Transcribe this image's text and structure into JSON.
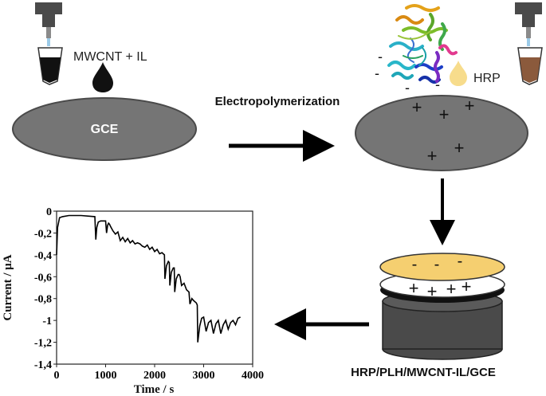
{
  "labels": {
    "mwcnt_il": "MWCNT + IL",
    "gce": "GCE",
    "electropolymerization": "Electropolymerization",
    "hrp": "HRP",
    "electrode_name": "HRP/PLH/MWCNT-IL/GCE"
  },
  "charges": {
    "positive": "+",
    "negative": "-"
  },
  "colors": {
    "electrode_gray": "#757575",
    "dark_gray": "#4a4a4a",
    "mwcnt_drop": "#111111",
    "hrp_drop": "#f7dc8c",
    "hrp_layer": "#f5cf70",
    "brown_solution": "#8b5a3c",
    "pipette_tip": "#cfe6f7"
  },
  "chart_data": {
    "type": "line",
    "title": "",
    "xlabel": "Time / s",
    "ylabel": "Current / μA",
    "xlim": [
      0,
      4000
    ],
    "ylim": [
      -1.4,
      0
    ],
    "xticks": [
      "0",
      "1000",
      "2000",
      "3000",
      "4000"
    ],
    "yticks": [
      "0",
      "-0,2",
      "-0,4",
      "-0,6",
      "-0,8",
      "-1",
      "-1,2",
      "-1,4"
    ],
    "series": [
      {
        "x": [
          0,
          20,
          60,
          120,
          250,
          500,
          780,
          800,
          820,
          850,
          900,
          950,
          1000,
          1020,
          1040,
          1060,
          1080,
          1100,
          1150,
          1200,
          1250,
          1300,
          1350,
          1400,
          1450,
          1500,
          1550,
          1600,
          1650,
          1700,
          1750,
          1800,
          1850,
          1900,
          1950,
          2000,
          2050,
          2100,
          2150,
          2200,
          2210,
          2240,
          2280,
          2300,
          2310,
          2340,
          2380,
          2400,
          2410,
          2440,
          2480,
          2500,
          2520,
          2550,
          2600,
          2650,
          2700,
          2720,
          2760,
          2800,
          2850,
          2870,
          2880,
          2920,
          2960,
          3000,
          3050,
          3100,
          3150,
          3200,
          3250,
          3300,
          3350,
          3400,
          3450,
          3500,
          3550,
          3600,
          3650,
          3700,
          3750
        ],
        "y": [
          -0.4,
          -0.15,
          -0.06,
          -0.05,
          -0.04,
          -0.04,
          -0.05,
          -0.26,
          -0.15,
          -0.1,
          -0.09,
          -0.09,
          -0.09,
          -0.2,
          -0.13,
          -0.11,
          -0.12,
          -0.14,
          -0.18,
          -0.21,
          -0.19,
          -0.27,
          -0.24,
          -0.28,
          -0.25,
          -0.29,
          -0.27,
          -0.3,
          -0.29,
          -0.3,
          -0.32,
          -0.33,
          -0.31,
          -0.35,
          -0.33,
          -0.37,
          -0.35,
          -0.39,
          -0.38,
          -0.4,
          -0.62,
          -0.5,
          -0.46,
          -0.47,
          -0.68,
          -0.56,
          -0.52,
          -0.52,
          -0.74,
          -0.62,
          -0.58,
          -0.58,
          -0.6,
          -0.68,
          -0.66,
          -0.72,
          -0.74,
          -0.85,
          -0.8,
          -0.82,
          -0.84,
          -0.86,
          -1.2,
          -1.05,
          -0.98,
          -0.97,
          -1.1,
          -1.02,
          -1.0,
          -1.12,
          -1.03,
          -1.0,
          -1.12,
          -1.04,
          -1.0,
          -1.08,
          -1.02,
          -1.0,
          -1.04,
          -0.98,
          -0.97
        ]
      }
    ],
    "grid": false,
    "legend": "none"
  }
}
